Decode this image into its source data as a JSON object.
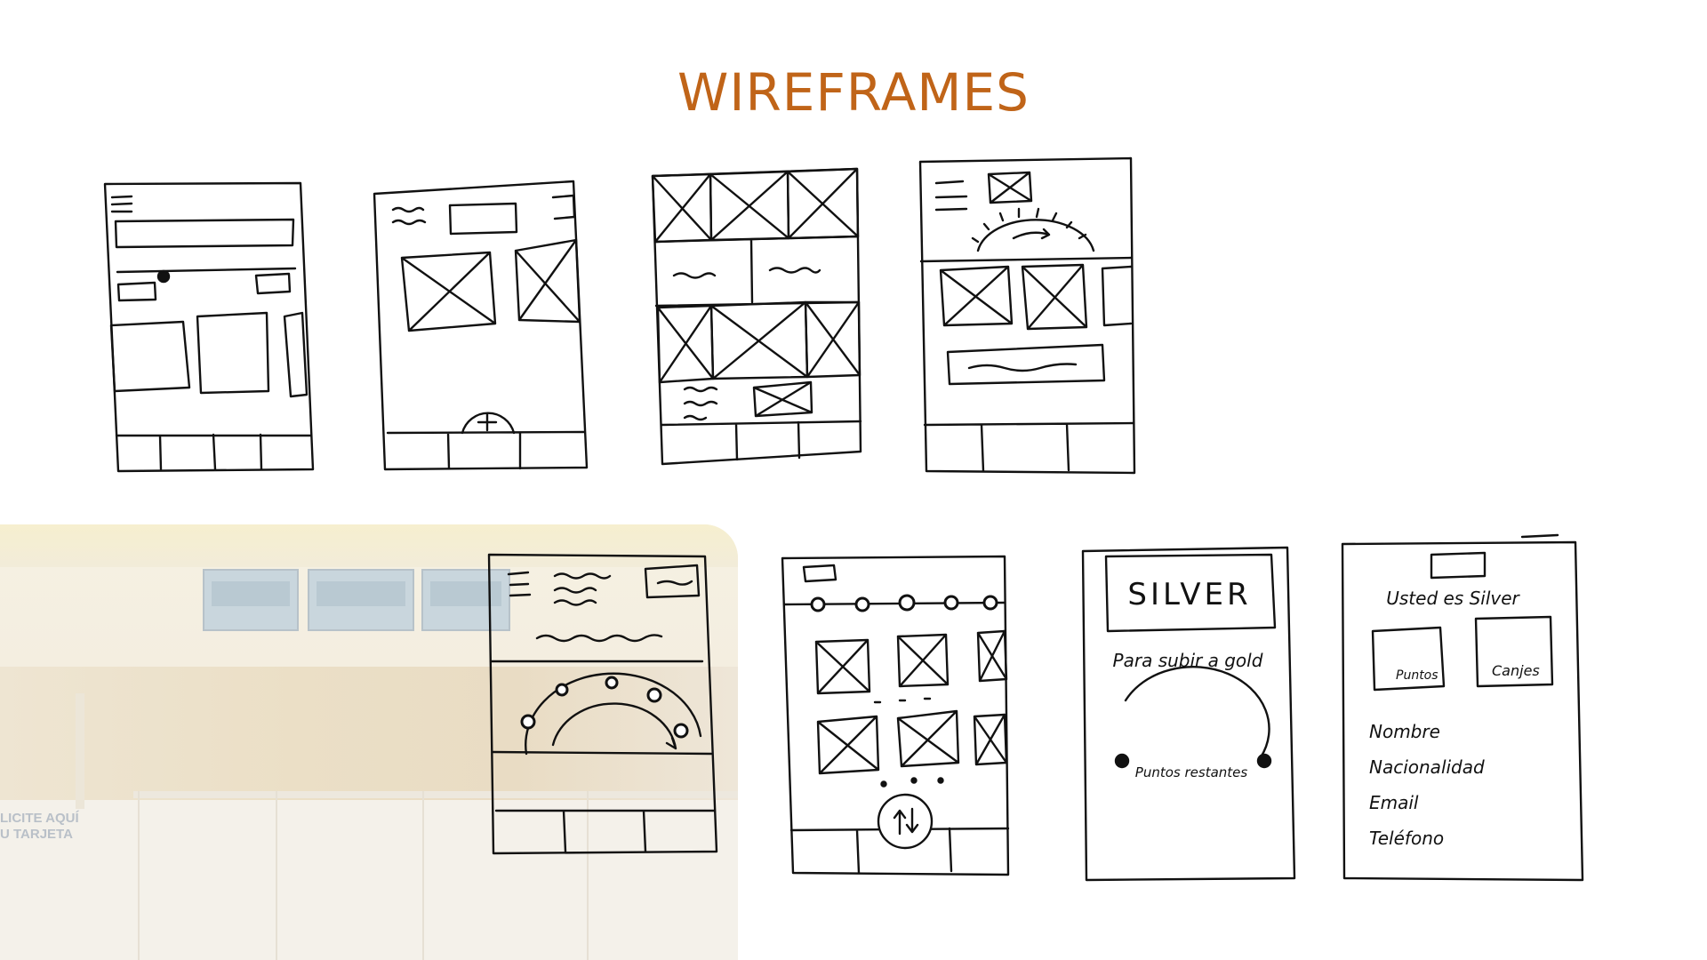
{
  "slide": {
    "title": "WIREFRAMES",
    "title_color": "#c06418"
  },
  "photo": {
    "sign_line1": "LICITE AQUÍ",
    "sign_line2": "U TARJETA"
  },
  "sketches": {
    "level_label": "SILVER",
    "upgrade_text": "Para subir a gold",
    "points_remaining": "Puntos restantes",
    "status_text": "Usted es Silver",
    "points_card": "Puntos",
    "canjes_card": "Canjes",
    "field_name": "Nombre",
    "field_nationality": "Nacionalidad",
    "field_email": "Email",
    "field_phone": "Teléfono"
  }
}
